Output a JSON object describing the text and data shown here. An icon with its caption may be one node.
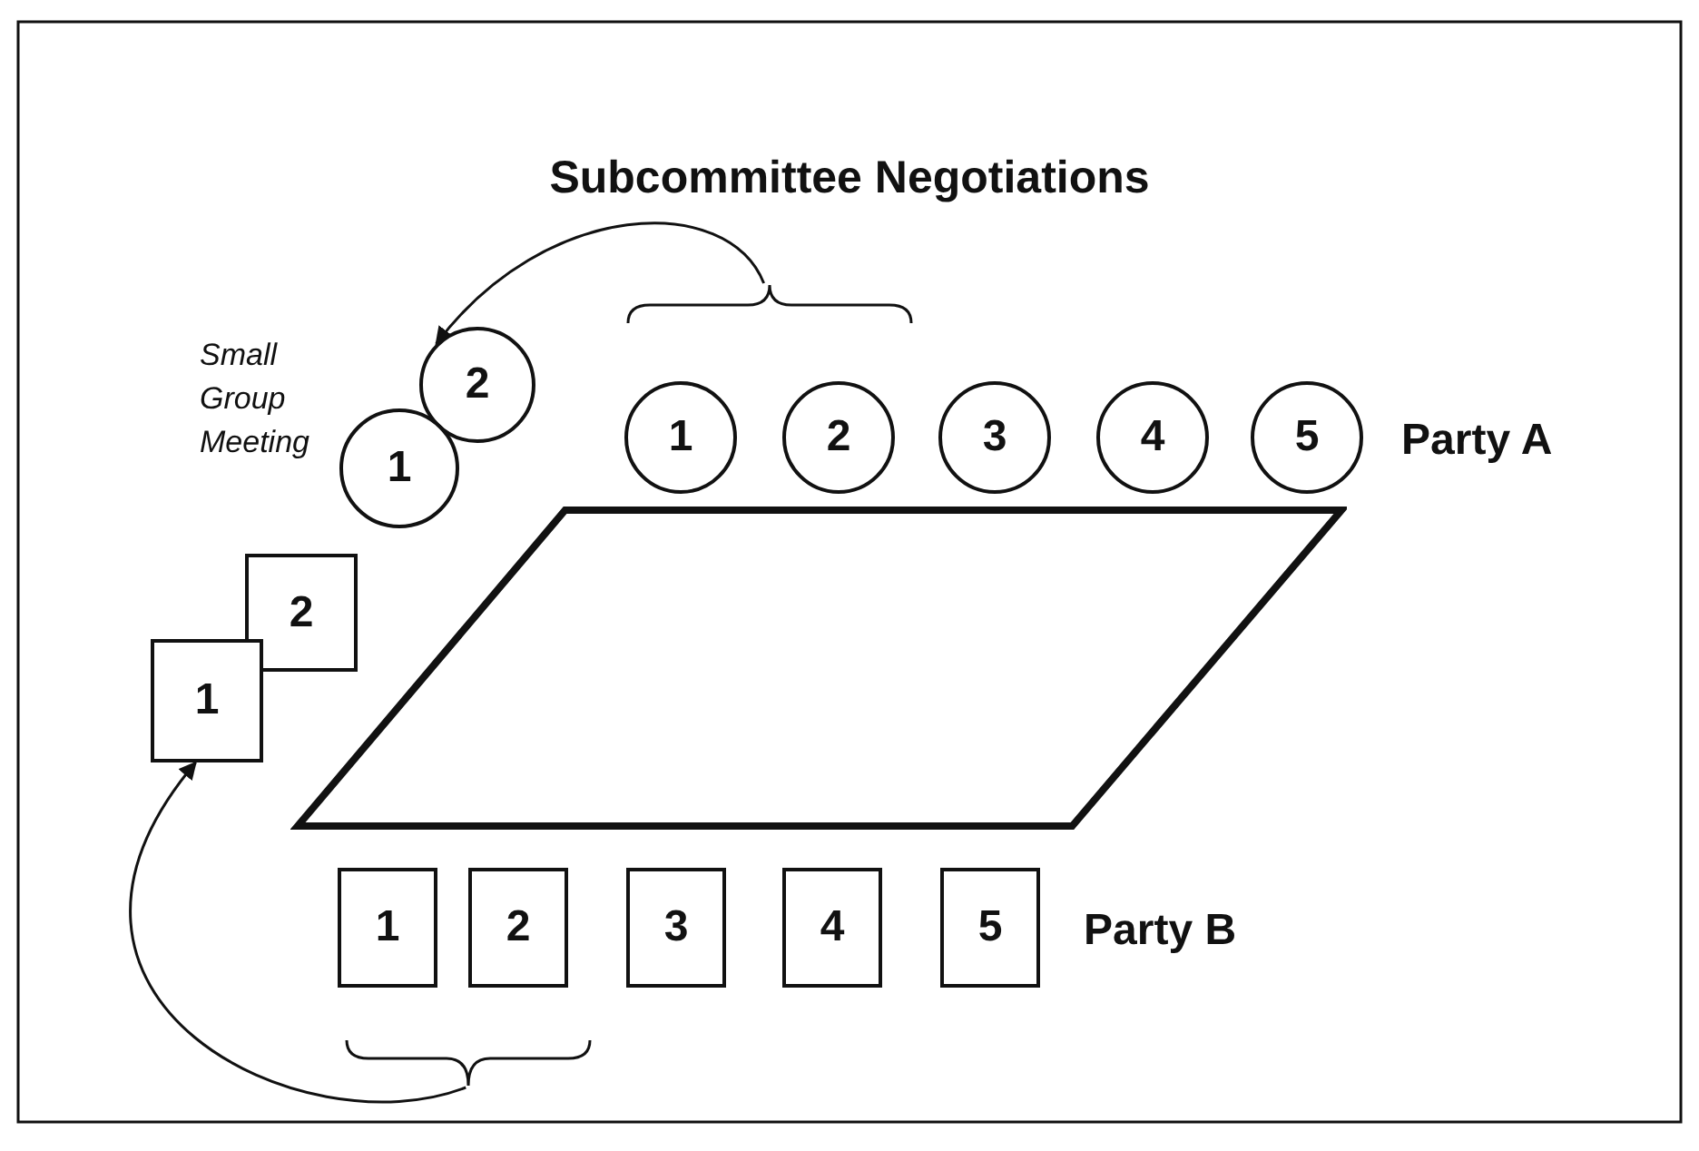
{
  "diagram": {
    "title": "Subcommittee Negotiations",
    "nodes": [
      {
        "text": [
          "2"
        ]
      },
      {
        "text": [
          "1"
        ]
      },
      {
        "text": [
          "1"
        ]
      },
      {
        "text": [
          "2"
        ]
      },
      {
        "text": [
          "3"
        ]
      },
      {
        "text": [
          "4"
        ]
      },
      {
        "text": [
          "5"
        ]
      },
      {
        "text": [],
        "shape": "parallelogram"
      },
      {
        "text": [
          "2"
        ]
      },
      {
        "text": [
          "1"
        ]
      },
      {
        "text": [
          "1"
        ]
      },
      {
        "text": [
          "2"
        ]
      },
      {
        "text": [
          "3"
        ]
      },
      {
        "text": [
          "4"
        ]
      },
      {
        "text": [
          "5"
        ]
      },
      {
        "text": [],
        "shape": "brace"
      },
      {
        "text": [],
        "shape": "brace"
      }
    ],
    "edges": [
      {
        "from": 15,
        "to": 0,
        "arrow": "to"
      },
      {
        "from": 16,
        "to": 9,
        "arrow": "to"
      }
    ],
    "labels": [
      "Small Group Meeting",
      "Party A",
      "Party B"
    ]
  }
}
